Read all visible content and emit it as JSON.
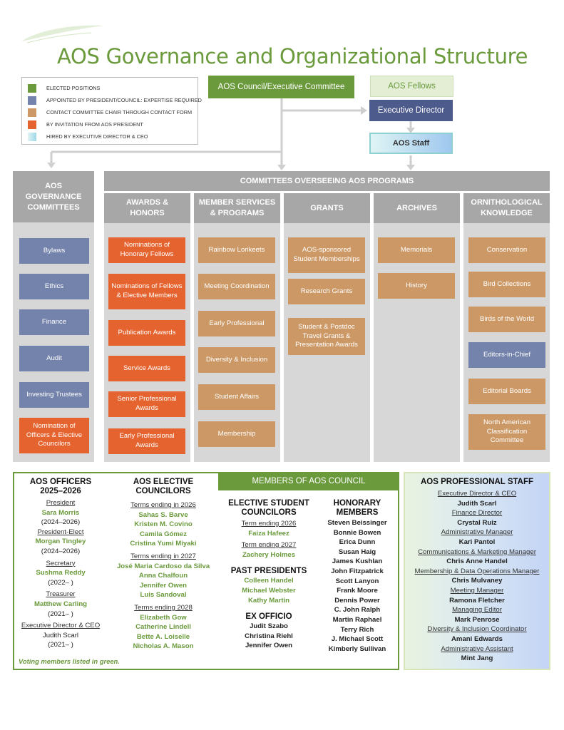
{
  "title": "AOS Governance and Organizational Structure",
  "legend": [
    {
      "label": "ELECTED POSITIONS",
      "color": "#6a9a3c"
    },
    {
      "label": "APPOINTED BY PRESIDENT/COUNCIL: EXPERTISE REQUIRED",
      "color": "#7483ab"
    },
    {
      "label": "CONTACT COMMITTEE CHAIR THROUGH CONTACT FORM",
      "color": "#cc9966"
    },
    {
      "label": "BY INVITATION FROM AOS PRESIDENT",
      "color": "#e5632f"
    },
    {
      "label": "HIRED BY EXECUTIVE DIRECTOR & CEO",
      "color": "#9fd8e6"
    }
  ],
  "top": {
    "council": "AOS Council/Executive Committee",
    "fellows": "AOS Fellows",
    "executive_director": "Executive Director",
    "staff": "AOS Staff"
  },
  "governance": {
    "header": "AOS GOVERNANCE COMMITTEES",
    "items": [
      "Bylaws",
      "Ethics",
      "Finance",
      "Audit",
      "Investing Trustees",
      "Nomination of Officers & Elective Councilors"
    ]
  },
  "programs": {
    "header": "COMMITTEES OVERSEEING AOS PROGRAMS",
    "columns": [
      {
        "title": "AWARDS & HONORS",
        "items": [
          "Nominations of Honorary Fellows",
          "Nominations of Fellows & Elective Members",
          "Publication Awards",
          "Service Awards",
          "Senior Professional Awards",
          "Early Professional Awards"
        ]
      },
      {
        "title": "MEMBER SERVICES & PROGRAMS",
        "items": [
          "Rainbow Lorikeets",
          "Meeting Coordination",
          "Early Professional",
          "Diversity & Inclusion",
          "Student Affairs",
          "Membership"
        ]
      },
      {
        "title": "GRANTS",
        "items": [
          "AOS-sponsored Student Memberships",
          "Research Grants",
          "Student & Postdoc Travel Grants & Presentation Awards"
        ]
      },
      {
        "title": "ARCHIVES",
        "items": [
          "Memorials",
          "History"
        ]
      },
      {
        "title": "ORNITHOLOGICAL KNOWLEDGE",
        "items": [
          "Conservation",
          "Bird Collections",
          "Birds of the World",
          "Editors-in-Chief",
          "Editorial Boards",
          "North American Classification Committee"
        ]
      }
    ]
  },
  "council_panel": {
    "header": "MEMBERS OF AOS COUNCIL",
    "officers": {
      "title": "AOS OFFICERS 2025–2026",
      "roles": [
        {
          "role": "President",
          "name": "Sara Morris",
          "term": "(2024–2026)"
        },
        {
          "role": "President-Elect",
          "name": "Morgan Tingley",
          "term": "(2024–2026)"
        },
        {
          "role": "Secretary",
          "name": "Sushma Reddy",
          "term": "(2022– )"
        },
        {
          "role": "Treasurer",
          "name": "Matthew Carling",
          "term": "(2021– )"
        },
        {
          "role": "Executive Director & CEO",
          "name": "Judith Scarl",
          "term": "(2021– )"
        }
      ],
      "note": "Voting members listed in green."
    },
    "elective": {
      "title": "AOS ELECTIVE COUNCILORS",
      "groups": [
        {
          "label": "Terms ending in 2026",
          "names": [
            "Sahas S. Barve",
            "Kristen M. Covino",
            "Camila Gómez",
            "Cristina Yumi Miyaki"
          ]
        },
        {
          "label": "Terms ending in 2027",
          "names": [
            "José Maria Cardoso da Silva",
            "Anna Chalfoun",
            "Jennifer Owen",
            "Luis Sandoval"
          ]
        },
        {
          "label": "Terms ending 2028",
          "names": [
            "Elizabeth Gow",
            "Catherine Lindell",
            "Bette A. Loiselle",
            "Nicholas A. Mason"
          ]
        }
      ]
    },
    "students": {
      "title": "ELECTIVE STUDENT COUNCILORS",
      "groups": [
        {
          "label": "Term ending 2026",
          "name": "Faiza Hafeez"
        },
        {
          "label": "Term ending 2027",
          "name": "Zachery Holmes"
        }
      ]
    },
    "past_presidents": {
      "title": "PAST PRESIDENTS",
      "names": [
        "Colleen Handel",
        "Michael Webster",
        "Kathy Martin"
      ]
    },
    "ex_officio": {
      "title": "EX OFFICIO",
      "names": [
        "Judit Szabo",
        "Christina Riehl",
        "Jennifer Owen"
      ]
    },
    "honorary": {
      "title": "HONORARY MEMBERS",
      "names": [
        "Steven Beissinger",
        "Bonnie Bowen",
        "Erica Dunn",
        "Susan Haig",
        "James Kushlan",
        "John Fitzpatrick",
        "Scott Lanyon",
        "Frank Moore",
        "Dennis Power",
        "C. John Ralph",
        "Martin Raphael",
        "Terry Rich",
        "J. Michael Scott",
        "Kimberly Sullivan"
      ]
    }
  },
  "staff_panel": {
    "title": "AOS PROFESSIONAL STAFF",
    "members": [
      {
        "role": "Executive Director & CEO",
        "name": "Judith Scarl"
      },
      {
        "role": "Finance Director",
        "name": "Crystal Ruiz"
      },
      {
        "role": "Administrative Manager",
        "name": "Kari Pantol"
      },
      {
        "role": "Communications & Marketing Manager",
        "name": "Chris Anne Handel"
      },
      {
        "role": "Membership & Data Operations Manager",
        "name": "Chris Mulvaney"
      },
      {
        "role": "Meeting Manager",
        "name": "Ramona Fletcher"
      },
      {
        "role": "Managing Editor",
        "name": "Mark Penrose"
      },
      {
        "role": "Diversity & Inclusion Coordinator",
        "name": "Amani Edwards"
      },
      {
        "role": "Administrative Assistant",
        "name": "Mint Jang"
      }
    ]
  }
}
